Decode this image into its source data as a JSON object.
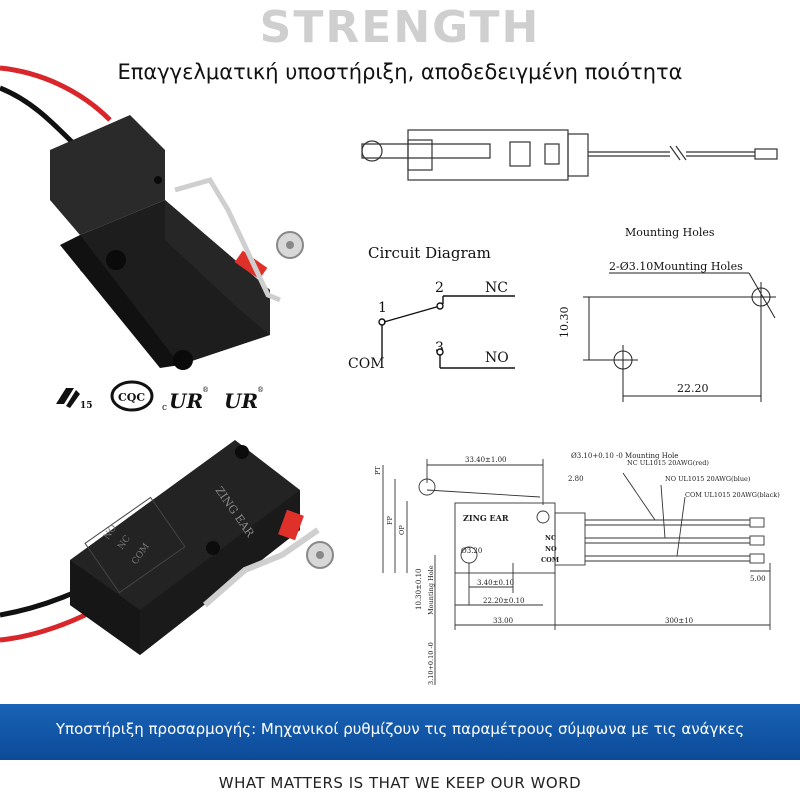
{
  "header": {
    "title": "STRENGTH",
    "subtitle": "Επαγγελματική υποστήριξη, αποδεδειγμένη ποιότητα"
  },
  "side_view": {},
  "circuit": {
    "title": "Circuit Diagram",
    "pin1": "1",
    "pin2": "2",
    "pin3": "3",
    "com": "COM",
    "nc": "NC",
    "no": "NO"
  },
  "mounting": {
    "title": "Mounting Holes",
    "note": "2-Ø3.10Mounting Holes",
    "vertical": "10.30",
    "horizontal": "22.20"
  },
  "certifications": {
    "mark1_num": "15",
    "mark2": "CQC",
    "mark3": "c",
    "mark3_sym": "UR",
    "mark4_sym": "UR",
    "registered": "®"
  },
  "product_top": {
    "label_l1": "NO",
    "label_l2": "NC",
    "label_l3": "COM",
    "brand": "ZING EAR"
  },
  "drawing": {
    "dim_top": "33.40±1.00",
    "hole_note": "Ø3.10+0.10 -0 Mounting Hole",
    "dim_280": "2.80",
    "nc_wire": "NC UL1015 20AWG(red)",
    "no_wire": "NO UL1015 20AWG(blue)",
    "com_wire": "COM UL1015 20AWG(black)",
    "brand": "ZING EAR",
    "dia": "Ø3.20",
    "nc": "NC",
    "no": "NO",
    "com": "COM",
    "dim_340": "3.40±0.10",
    "dim_2220": "22.20±0.10",
    "dim_3300": "33.00",
    "dim_300": "300±10",
    "dim_500": "5.00",
    "dim_1030": "10.30±0.10",
    "dim_mh": "Mounting Hole",
    "dim_310": "3.10+0.10 -0",
    "pt": "PT",
    "fp": "FP",
    "op": "OP"
  },
  "banner": {
    "text": "Υποστήριξη προσαρμογής: Μηχανικοί ρυθμίζουν τις παραμέτρους σύμφωνα με τις ανάγκες"
  },
  "footer": {
    "text": "WHAT MATTERS IS THAT WE KEEP OUR WORD"
  },
  "colors": {
    "banner": "#0b4a98",
    "title_gray": "#cfcfcf",
    "body_black": "#1f1f1f",
    "actuator_red": "#e0302a",
    "wire_red": "#d8262a"
  }
}
